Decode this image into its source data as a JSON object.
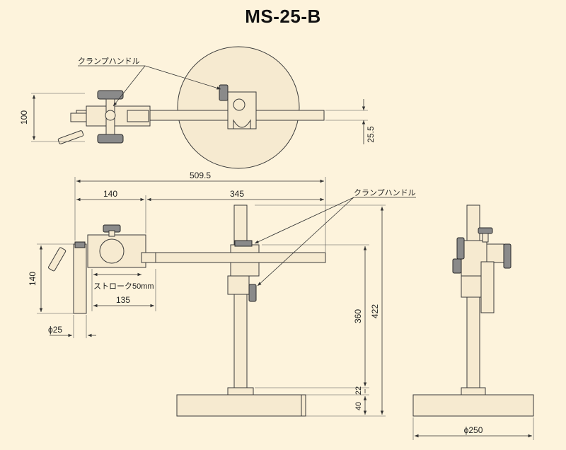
{
  "title": "MS-25-B",
  "labels": {
    "clamp_handle_top": "クランプハンドル",
    "clamp_handle_front": "クランプハンドル",
    "stroke": "ストローク50mm"
  },
  "dimensions": {
    "d100": "100",
    "d25_5": "25.5",
    "d509_5": "509.5",
    "d140_top": "140",
    "d345": "345",
    "d140_side": "140",
    "d135": "135",
    "dphi25": "ϕ25",
    "d360": "360",
    "d422": "422",
    "d22": "22",
    "d40": "40",
    "dphi250": "ϕ250"
  },
  "colors": {
    "background": "#fdf3dc",
    "part_fill": "#f6ead0",
    "line": "#333333"
  }
}
